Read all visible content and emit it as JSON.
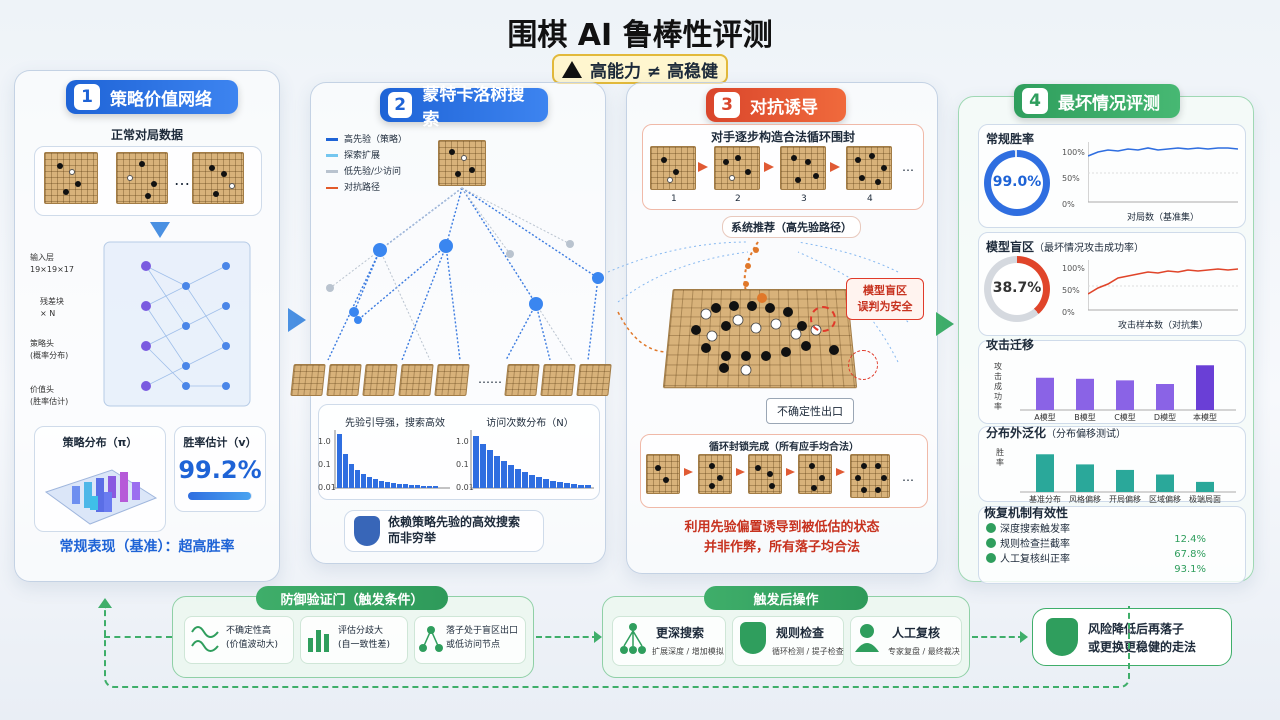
{
  "title": "围棋 AI 鲁棒性评测",
  "subtitle": "高能力 ≠ 高稳健",
  "colors": {
    "blue": "#1e63d6",
    "red": "#d9452b",
    "green": "#2f9e5d",
    "purple": "#7b4fd9"
  },
  "p1": {
    "num": "1",
    "title": "策略价值网络",
    "data_title": "正常对局数据",
    "ellipsis": "…",
    "layers": [
      "输入层",
      "19×19×17",
      "残差块",
      "× N",
      "策略头",
      "(概率分布)",
      "价值头",
      "(胜率估计)"
    ],
    "policy_label": "策略分布（π）",
    "win_label": "胜率估计（v）",
    "win_value": "99.2%",
    "baseline": "常规表现（基准）：超高胜率"
  },
  "p2": {
    "num": "2",
    "title": "蒙特卡洛树搜索",
    "legend": [
      "高先验（策略）",
      "探索扩展",
      "低先验/少访问",
      "对抗路径"
    ],
    "ellipsis": "……",
    "chart1": {
      "title": "先验引导强，搜索高效",
      "ticks": [
        "1.0",
        "0.1",
        "0.01"
      ]
    },
    "chart2": {
      "title": "访问次数分布（N）",
      "ticks": [
        "1.0",
        "0.1",
        "0.01"
      ]
    },
    "note": [
      "依赖策略先验的高效搜索",
      "而非穷举"
    ]
  },
  "p3": {
    "num": "3",
    "title": "对抗诱导",
    "seq_title": "对手逐步构造合法循环围封",
    "steps": [
      "1",
      "2",
      "3",
      "4"
    ],
    "ellipsis": "…",
    "recommend": "系统推荐（高先验路径）",
    "blind": [
      "模型盲区",
      "误判为安全"
    ],
    "exit": "不确定性出口",
    "seal_title": "循环封锁完成（所有应手均合法）",
    "conclusion": [
      "利用先验偏置诱导到被低估的状态",
      "并非作弊，所有落子均合法"
    ]
  },
  "p4": {
    "num": "4",
    "title": "最坏情况评测",
    "regular": {
      "title": "常规胜率",
      "value": "99.0%",
      "ticks": [
        "100%",
        "50%",
        "0%"
      ],
      "xlabel": "对局数（基准集）"
    },
    "blindspot": {
      "title": "模型盲区",
      "note": "（最坏情况攻击成功率）",
      "value": "38.7%",
      "ticks": [
        "100%",
        "50%",
        "0%"
      ],
      "xlabel": "攻击样本数（对抗集）"
    },
    "transfer": {
      "title": "攻击迁移",
      "ylabel": "攻击成功率",
      "categories": [
        "A模型",
        "B模型",
        "C模型",
        "D模型",
        "本模型"
      ],
      "values": [
        0.62,
        0.6,
        0.57,
        0.5,
        0.86
      ]
    },
    "ood": {
      "title": "分布外泛化",
      "note": "（分布偏移测试）",
      "ylabel": "胜率",
      "categories": [
        "基准分布",
        "风格偏移",
        "开局偏移",
        "区域偏移",
        "极端局面"
      ],
      "values": [
        0.82,
        0.6,
        0.48,
        0.38,
        0.22
      ]
    },
    "recovery": {
      "title": "恢复机制有效性",
      "items": [
        {
          "label": "深度搜索触发率",
          "value": "12.4%"
        },
        {
          "label": "规则检查拦截率",
          "value": "67.8%"
        },
        {
          "label": "人工复核纠正率",
          "value": "93.1%"
        }
      ]
    }
  },
  "bottom": {
    "gate_title": "防御验证门（触发条件）",
    "conditions": [
      {
        "line1": "不确定性高",
        "line2": "(价值波动大)"
      },
      {
        "line1": "评估分歧大",
        "line2": "(自一致性差)"
      },
      {
        "line1": "落子处于盲区出口",
        "line2": "或低访问节点"
      }
    ],
    "actions_title": "触发后操作",
    "actions": [
      {
        "title": "更深搜索",
        "desc": "扩展深度 / 增加模拟"
      },
      {
        "title": "规则检查",
        "desc": "循环检测 / 提子检查"
      },
      {
        "title": "人工复核",
        "desc": "专家复盘 / 最终裁决"
      }
    ],
    "result": [
      "风险降低后再落子",
      "或更换更稳健的走法"
    ]
  },
  "chart_data": [
    {
      "type": "bar",
      "title": "攻击迁移",
      "ylabel": "攻击成功率",
      "categories": [
        "A模型",
        "B模型",
        "C模型",
        "D模型",
        "本模型"
      ],
      "values": [
        0.62,
        0.6,
        0.57,
        0.5,
        0.86
      ]
    },
    {
      "type": "bar",
      "title": "分布外泛化",
      "ylabel": "胜率",
      "categories": [
        "基准分布",
        "风格偏移",
        "开局偏移",
        "区域偏移",
        "极端局面"
      ],
      "values": [
        0.82,
        0.6,
        0.48,
        0.38,
        0.22
      ]
    }
  ]
}
